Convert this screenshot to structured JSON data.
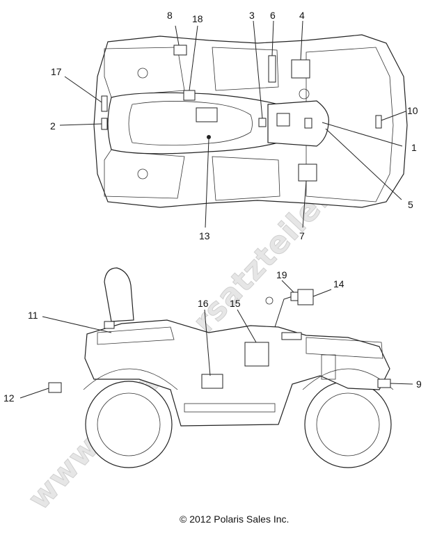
{
  "watermark": "www.polarisersatzteile.de",
  "copyright": "© 2012  Polaris Sales Inc.",
  "callouts": {
    "c1": "1",
    "c2": "2",
    "c3": "3",
    "c4": "4",
    "c5": "5",
    "c6": "6",
    "c7": "7",
    "c8": "8",
    "c9": "9",
    "c10": "10",
    "c11": "11",
    "c12": "12",
    "c13": "13",
    "c14": "14",
    "c15": "15",
    "c16": "16",
    "c17": "17",
    "c18": "18",
    "c19": "19"
  }
}
